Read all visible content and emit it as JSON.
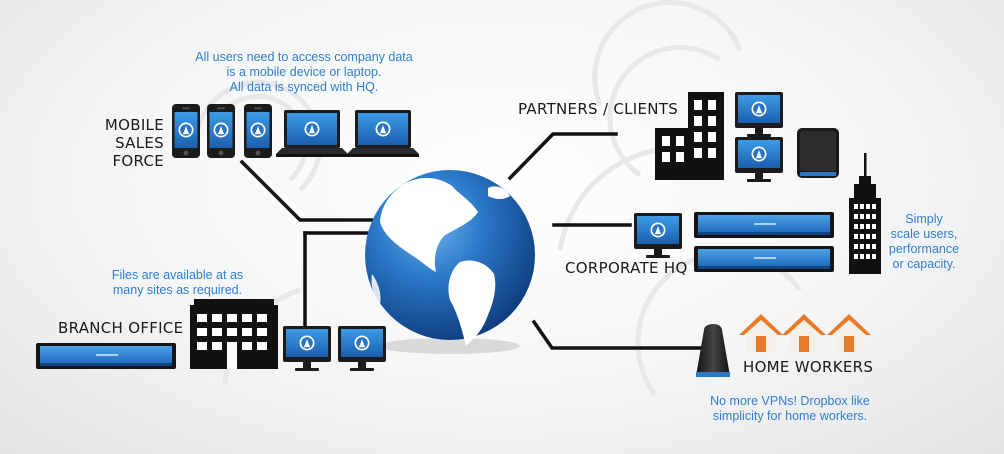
{
  "notes": {
    "mobile": [
      "All users need to access company data",
      "is a mobile device or laptop.",
      "All data is synced with HQ."
    ],
    "branch": [
      "Files are available at as",
      "many sites as required."
    ],
    "corporate": [
      "Simply",
      "scale users,",
      "performance",
      "or capacity."
    ],
    "home": [
      "No more VPNs! Dropbox like",
      "simplicity for home workers."
    ]
  },
  "labels": {
    "mobile_sales": [
      "MOBILE SALES",
      "FORCE"
    ],
    "branch_office": "BRANCH OFFICE",
    "partners_clients": "PARTNERS / CLIENTS",
    "corporate_hq": "CORPORATE HQ",
    "home_workers": "HOME WORKERS"
  },
  "colors": {
    "accent_blue": "#2f7fd0",
    "globe_ocean": "#1f66b8",
    "land": "#ffffff",
    "connector": "#111111",
    "orange_house": "#e77b2b"
  },
  "icons": [
    "globe-icon",
    "smartphone-icon",
    "laptop-icon",
    "monitor-icon",
    "server-icon",
    "office-building-icon",
    "skyscraper-icon",
    "house-icon",
    "storage-device-icon"
  ]
}
